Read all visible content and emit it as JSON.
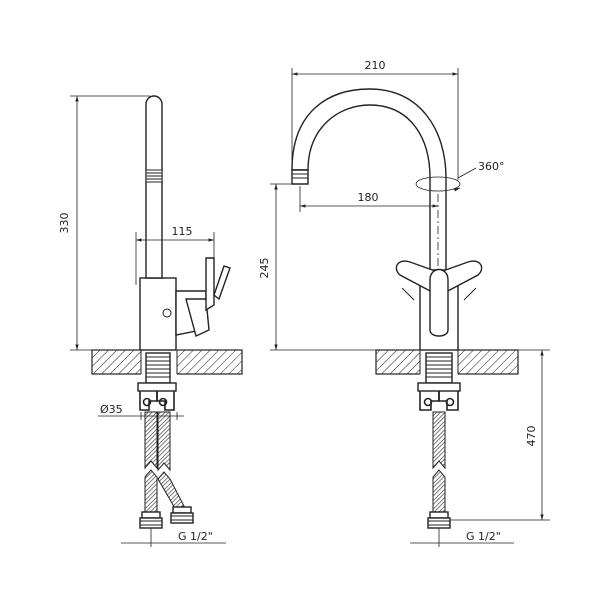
{
  "dimensions": {
    "side_height": "330",
    "side_handle_depth": "115",
    "hole_diameter": "Ø35",
    "side_thread": "G 1/2\"",
    "front_width": "210",
    "front_rotation": "360°",
    "front_reach": "180",
    "front_spout_height": "245",
    "front_hose_length": "470",
    "front_thread": "G 1/2\""
  },
  "colors": {
    "line": "#222222",
    "hatch": "#222222",
    "background": "#ffffff"
  }
}
